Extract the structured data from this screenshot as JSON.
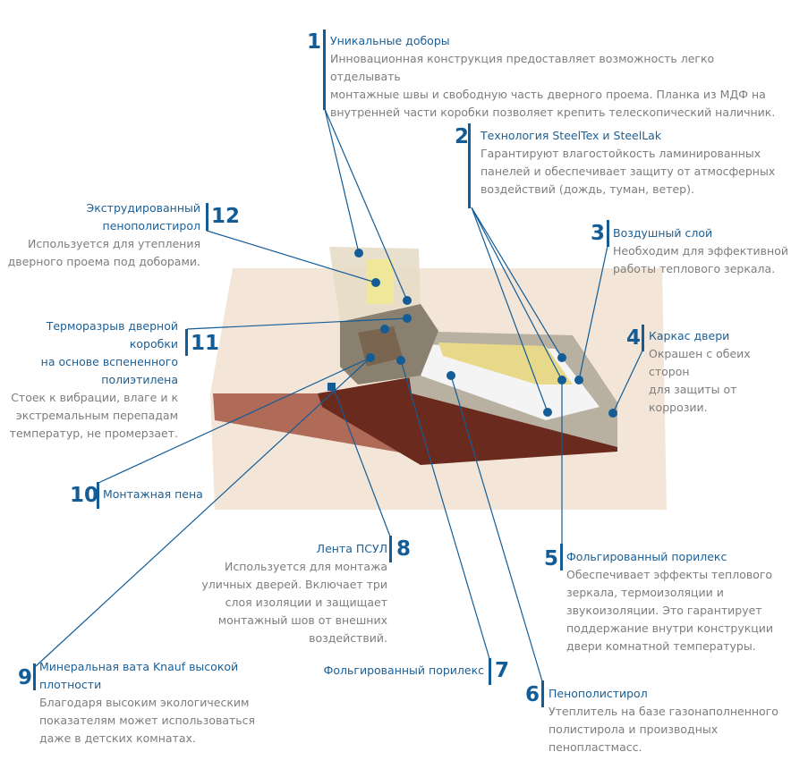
{
  "colors": {
    "accent": "#135c96",
    "title": "#1b5f96",
    "text": "#7d7d7d"
  },
  "callouts": [
    {
      "n": "1",
      "title": "Уникальные доборы",
      "desc": [
        "Инновационная конструкция предоставляет возможность легко отделывать",
        "монтажные швы и свободную часть дверного проема. Планка из МДФ на",
        "внутренней части коробки позволяет крепить телескопический наличник."
      ]
    },
    {
      "n": "2",
      "title": "Технология SteelTex и SteelLak",
      "desc": [
        "Гарантируют влагостойкость ламинированных",
        "панелей и обеспечивает защиту от атмосферных",
        "воздействий (дождь, туман, ветер)."
      ]
    },
    {
      "n": "3",
      "title": "Воздушный слой",
      "desc": [
        "Необходим для эффективной",
        "работы теплового зеркала."
      ]
    },
    {
      "n": "4",
      "title": "Каркас двери",
      "desc": [
        "Окрашен с обеих сторон",
        "для защиты от коррозии."
      ]
    },
    {
      "n": "5",
      "title": "Фольгированный порилекс",
      "desc": [
        "Обеспечивает эффекты теплового",
        "зеркала, термоизоляции и",
        "звукоизоляции. Это гарантирует",
        "поддержание внутри конструкции",
        "двери комнатной температуры."
      ]
    },
    {
      "n": "6",
      "title": "Пенополистирол",
      "desc": [
        "Утеплитель на базе газонаполненного",
        "полистирола и производных",
        "пенопластмасс."
      ]
    },
    {
      "n": "7",
      "title": "Фольгированный порилекс",
      "desc": []
    },
    {
      "n": "8",
      "title": "Лента ПСУЛ",
      "desc": [
        "Используется для монтажа",
        "уличных дверей. Включает три",
        "слоя изоляции и защищает",
        "монтажный шов от внешних",
        "воздействий."
      ]
    },
    {
      "n": "9",
      "title": [
        "Минеральная вата Knauf высокой",
        "плотности"
      ],
      "desc": [
        "Благодаря высоким экологическим",
        "показателям может использоваться",
        "даже в детских комнатах."
      ]
    },
    {
      "n": "10",
      "title": "Монтажная пена",
      "desc": []
    },
    {
      "n": "11",
      "title": [
        "Терморазрыв дверной коробки",
        "на основе вспененного",
        "полиэтилена"
      ],
      "desc": [
        "Стоек к вибрации, влаге и к",
        "экстремальным перепадам",
        "температур, не промерзает."
      ]
    },
    {
      "n": "12",
      "title": [
        "Экструдированный",
        "пенополистирол"
      ],
      "desc": [
        "Используется для утепления",
        "дверного проема под доборами."
      ]
    }
  ]
}
